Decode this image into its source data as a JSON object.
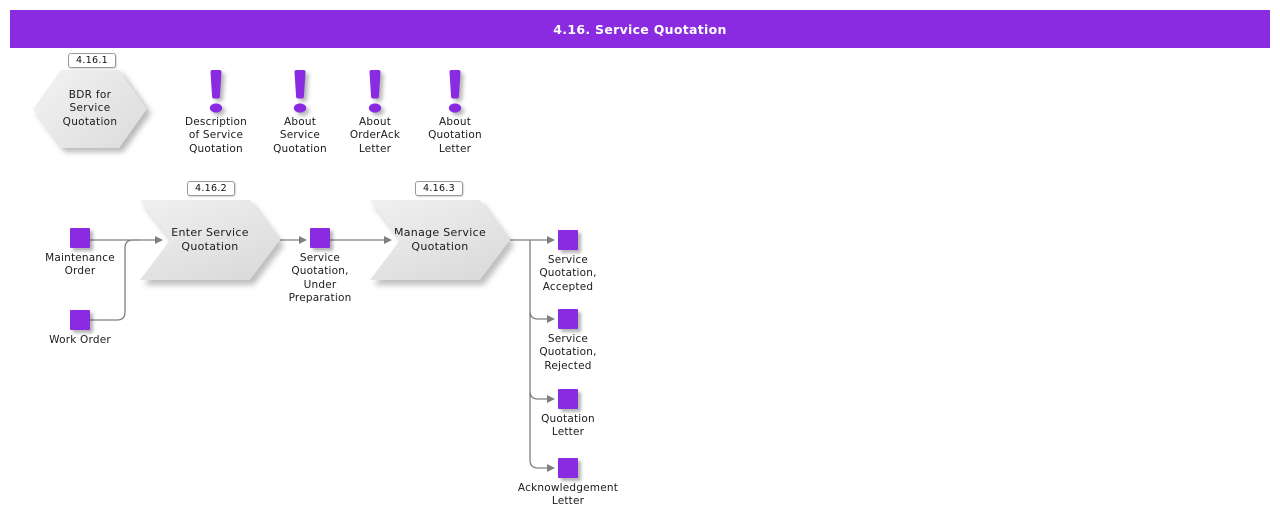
{
  "header": {
    "title": "4.16. Service Quotation"
  },
  "colors": {
    "accent_purple": "#8a2be2",
    "shape_gray": "#e2e2e2",
    "connector_gray": "#7f7f7f"
  },
  "bdr": {
    "tag": "4.16.1",
    "label": "BDR for\nService\nQuotation"
  },
  "notes": [
    {
      "label": "Description\nof Service\nQuotation"
    },
    {
      "label": "About\nService\nQuotation"
    },
    {
      "label": "About\nOrderAck\nLetter"
    },
    {
      "label": "About\nQuotation\nLetter"
    }
  ],
  "inputs": [
    {
      "label": "Maintenance\nOrder"
    },
    {
      "label": "Work Order"
    }
  ],
  "steps": [
    {
      "tag": "4.16.2",
      "label": "Enter Service\nQuotation"
    },
    {
      "tag": "4.16.3",
      "label": "Manage Service\nQuotation"
    }
  ],
  "artifacts": [
    {
      "label": "Service\nQuotation,\nUnder\nPreparation"
    },
    {
      "label": "Service\nQuotation,\nAccepted"
    },
    {
      "label": "Service\nQuotation,\nRejected"
    },
    {
      "label": "Quotation\nLetter"
    },
    {
      "label": "Acknowledgement\nLetter"
    }
  ]
}
